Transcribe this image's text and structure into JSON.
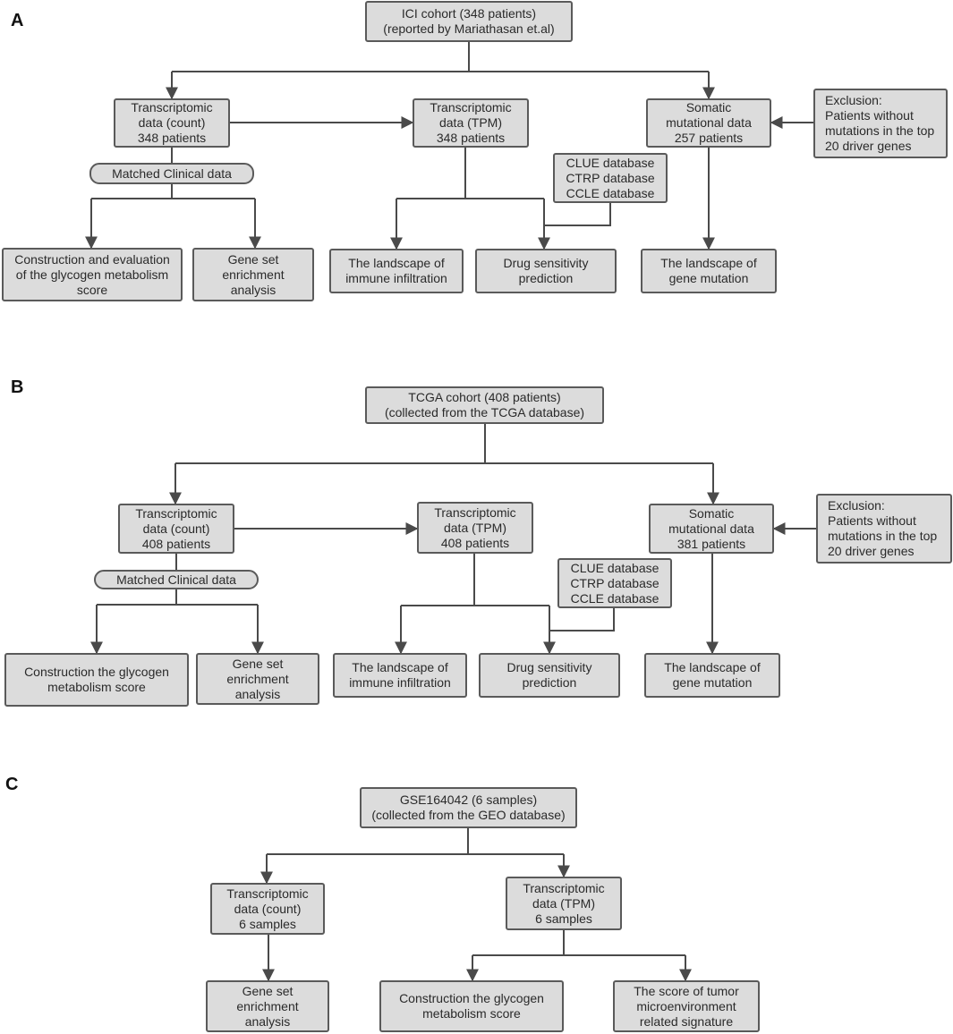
{
  "panels": [
    {
      "label": "A",
      "boxes": {
        "cohort": [
          "ICI cohort (348 patients)",
          "(reported by Mariathasan et.al)"
        ],
        "count": [
          "Transcriptomic",
          "data (count)",
          "348 patients"
        ],
        "tpm": [
          "Transcriptomic",
          "data (TPM)",
          "348 patients"
        ],
        "somatic": [
          "Somatic",
          "mutational data",
          "257 patients"
        ],
        "exclusion": [
          "Exclusion:",
          "Patients without",
          "mutations in the top",
          "20 driver genes"
        ],
        "clinical": [
          "Matched Clinical data"
        ],
        "databases": [
          "CLUE database",
          "CTRP database",
          "CCLE database"
        ],
        "construction": [
          "Construction and evaluation",
          "of the glycogen metabolism",
          "score"
        ],
        "gsea": [
          "Gene set",
          "enrichment",
          "analysis"
        ],
        "immune": [
          "The landscape of",
          "immune infiltration"
        ],
        "drug": [
          "Drug sensitivity",
          "prediction"
        ],
        "mutation": [
          "The landscape of",
          "gene mutation"
        ]
      }
    },
    {
      "label": "B",
      "boxes": {
        "cohort": [
          "TCGA cohort (408 patients)",
          "(collected from the TCGA database)"
        ],
        "count": [
          "Transcriptomic",
          "data (count)",
          "408 patients"
        ],
        "tpm": [
          "Transcriptomic",
          "data (TPM)",
          "408 patients"
        ],
        "somatic": [
          "Somatic",
          "mutational data",
          "381 patients"
        ],
        "exclusion": [
          "Exclusion:",
          "Patients without",
          "mutations in the top",
          "20 driver genes"
        ],
        "clinical": [
          "Matched Clinical data"
        ],
        "databases": [
          "CLUE database",
          "CTRP database",
          "CCLE database"
        ],
        "construction": [
          "Construction the glycogen",
          "metabolism score"
        ],
        "gsea": [
          "Gene set",
          "enrichment",
          "analysis"
        ],
        "immune": [
          "The landscape of",
          "immune infiltration"
        ],
        "drug": [
          "Drug sensitivity",
          "prediction"
        ],
        "mutation": [
          "The landscape of",
          "gene mutation"
        ]
      }
    },
    {
      "label": "C",
      "boxes": {
        "cohort": [
          "GSE164042 (6 samples)",
          "(collected from the GEO database)"
        ],
        "count": [
          "Transcriptomic",
          "data (count)",
          "6 samples"
        ],
        "tpm": [
          "Transcriptomic",
          "data (TPM)",
          "6 samples"
        ],
        "gsea": [
          "Gene set",
          "enrichment",
          "analysis"
        ],
        "construction": [
          "Construction the glycogen",
          "metabolism score"
        ],
        "tme": [
          "The score of tumor",
          "microenvironment",
          "related signature"
        ]
      }
    }
  ],
  "colors": {
    "box_fill": "#dcdcdc",
    "box_stroke": "#5a5a5a",
    "line": "#4a4a4a"
  }
}
